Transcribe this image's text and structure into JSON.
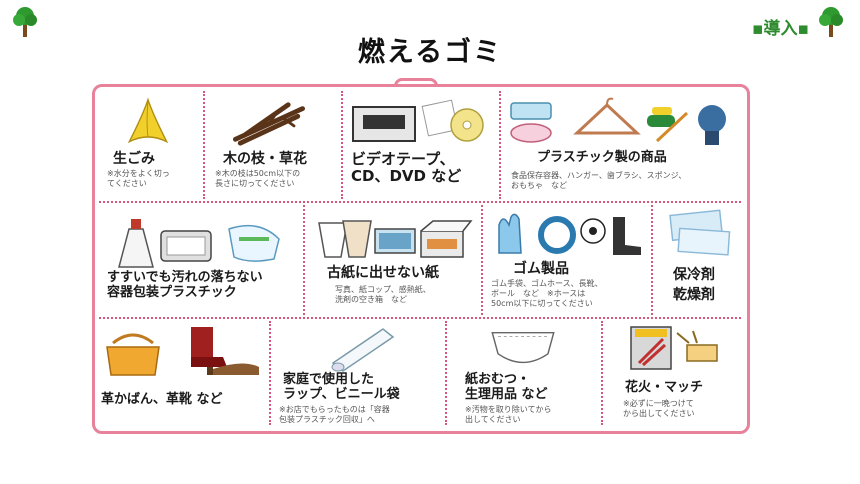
{
  "header": {
    "title": "燃えるゴミ",
    "nav_tag": "▪導入▪"
  },
  "items": [
    {
      "label": "生ごみ",
      "note_lines": [
        "※水分をよく切っ",
        "てください"
      ]
    },
    {
      "label": "木の枝・草花",
      "note_lines": [
        "※木の枝は50cm以下の",
        "長さに切ってください"
      ]
    },
    {
      "label": "ビデオテープ、\nCD、DVD など",
      "note_lines": []
    },
    {
      "label": "プラスチック製の商品",
      "note_lines": [
        "食品保存容器、ハンガー、歯ブラシ、スポンジ、",
        "おもちゃ　など"
      ]
    },
    {
      "label": "すすいでも汚れの落ちない\n容器包装プラスチック",
      "note_lines": []
    },
    {
      "label": "古紙に出せない紙",
      "note_lines": [
        "写真、紙コップ、感熱紙、",
        "洗剤の空き箱　など"
      ]
    },
    {
      "label": "ゴム製品",
      "note_lines": [
        "ゴム手袋、ゴムホース、長靴、",
        "ボール　など　※ホースは",
        "50cm以下に切ってください"
      ]
    },
    {
      "label": "保冷剤\n乾燥剤",
      "note_lines": []
    },
    {
      "label": "革かばん、革靴 など",
      "note_lines": []
    },
    {
      "label": "家庭で使用した\nラップ、ビニール袋",
      "note_lines": [
        "※お店でもらったものは「容器",
        "包装プラスチック回収」へ"
      ]
    },
    {
      "label": "紙おむつ・\n生理用品 など",
      "note_lines": [
        "※汚物を取り除いてから",
        "出してください"
      ]
    },
    {
      "label": "花火・マッチ",
      "note_lines": [
        "※必ずに一晩つけて",
        "から出してください"
      ]
    }
  ],
  "colors": {
    "accent": "#e7829a",
    "divider": "#d4587c",
    "nav": "#2e8b2e"
  }
}
